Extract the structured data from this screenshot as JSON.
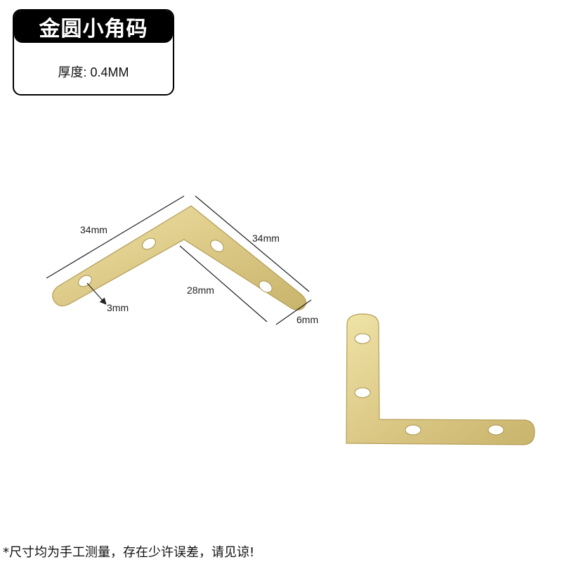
{
  "product_label": {
    "title": "金圆小角码",
    "spec": "厚度: 0.4MM"
  },
  "dimensions": {
    "outer_left": "34mm",
    "outer_right": "34mm",
    "inner": "28mm",
    "width": "6mm",
    "hole": "3mm"
  },
  "colors": {
    "brass_light": "#e9dc9a",
    "brass_mid": "#d6c27a",
    "brass_dark": "#b9a45a",
    "label_bg": "#000000",
    "label_text": "#ffffff"
  },
  "footnote": "*尺寸均为手工测量，存在少许误差，请见谅!"
}
